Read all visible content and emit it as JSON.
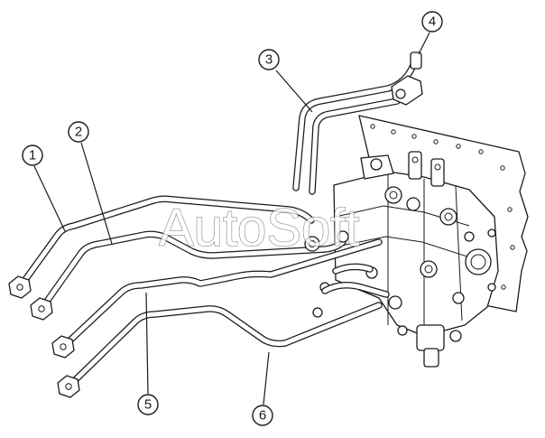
{
  "callouts": [
    {
      "label": "1"
    },
    {
      "label": "2"
    },
    {
      "label": "3"
    },
    {
      "label": "4"
    },
    {
      "label": "5"
    },
    {
      "label": "6"
    }
  ],
  "watermark": {
    "text": "AutoSoft"
  },
  "colors": {
    "ink": "#1a1a1a",
    "background": "#ffffff",
    "watermark": "#6b6b6b"
  }
}
